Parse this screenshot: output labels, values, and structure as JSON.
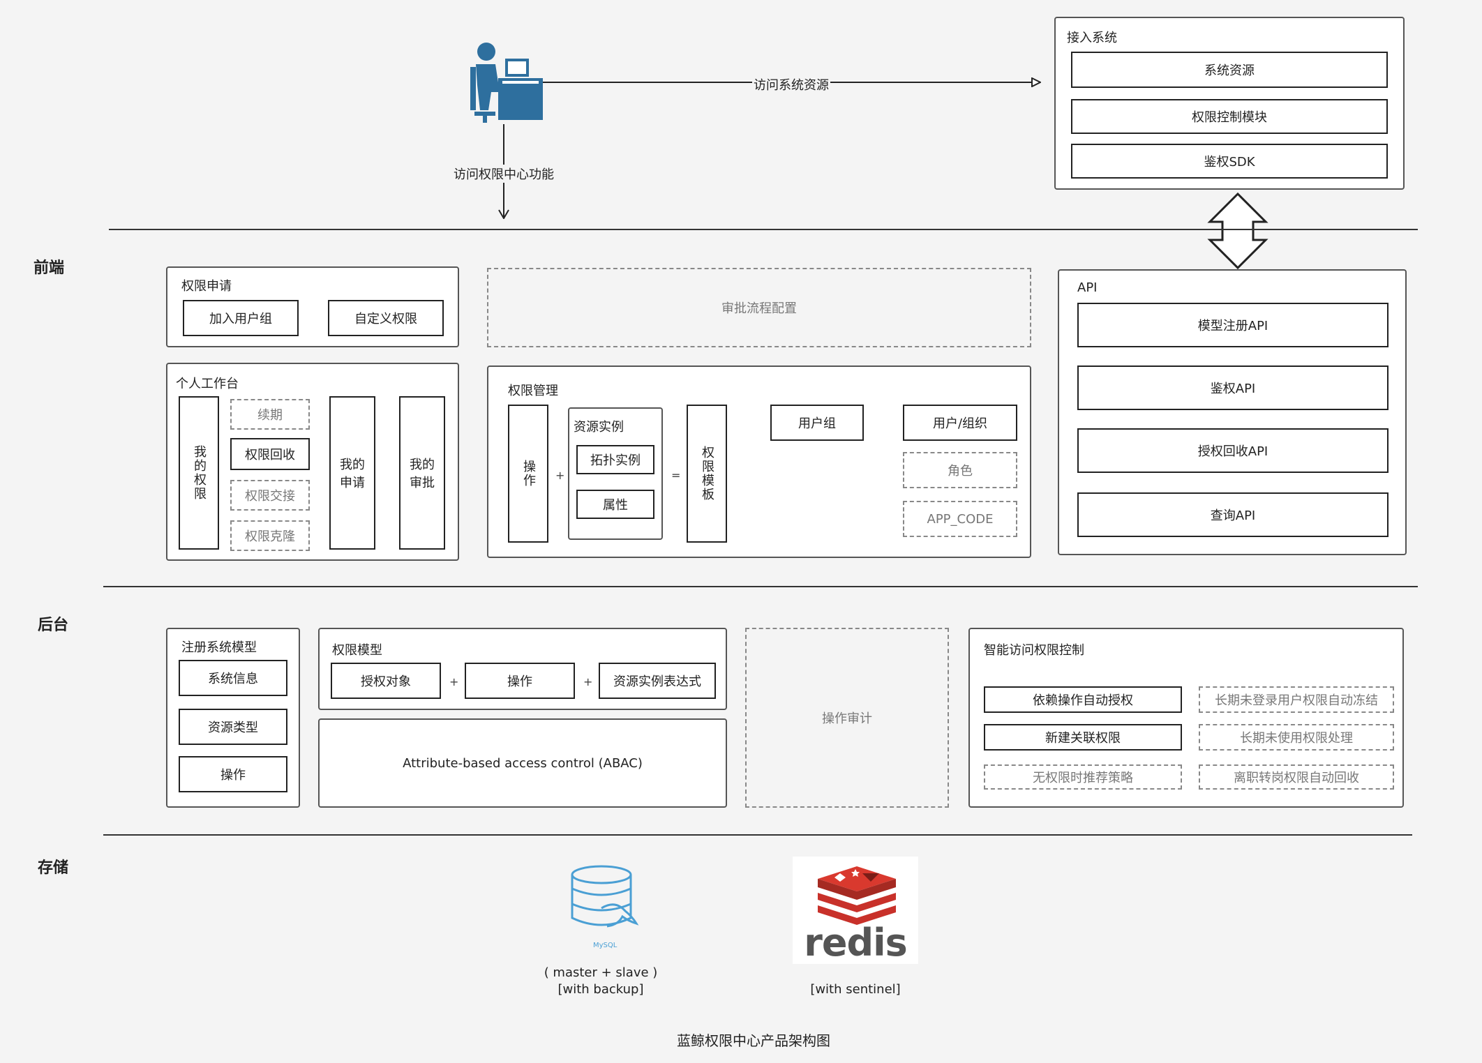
{
  "layers": {
    "frontend": "前端",
    "backend": "后台",
    "storage": "存储"
  },
  "top": {
    "arrow_access_system": "访问系统资源",
    "arrow_access_center": "访问权限中心功能",
    "access_system": {
      "title": "接入系统",
      "items": [
        "系统资源",
        "权限控制模块",
        "鉴权SDK"
      ]
    }
  },
  "frontend": {
    "apply": {
      "title": "权限申请",
      "btn1": "加入用户组",
      "btn2": "自定义权限"
    },
    "approval_config": "审批流程配置",
    "workbench": {
      "title": "个人工作台",
      "my_perms": "我的权限",
      "renew": "续期",
      "revoke": "权限回收",
      "handover": "权限交接",
      "clone": "权限克隆",
      "my_apply": "我的申请",
      "my_approve": "我的审批"
    },
    "perm_mgmt": {
      "title": "权限管理",
      "op": "操作",
      "plus": "+",
      "res_instance": "资源实例",
      "topo_instance": "拓扑实例",
      "attribute": "属性",
      "eq": "=",
      "perm_template": "权限模板",
      "user_group": "用户组",
      "user_org": "用户/组织",
      "role": "角色",
      "app_code": "APP_CODE"
    },
    "api": {
      "title": "API",
      "items": [
        "模型注册API",
        "鉴权API",
        "授权回收API",
        "查询API"
      ]
    }
  },
  "backend": {
    "register_model": {
      "title": "注册系统模型",
      "items": [
        "系统信息",
        "资源类型",
        "操作"
      ]
    },
    "perm_model": {
      "title": "权限模型",
      "subject": "授权对象",
      "op": "操作",
      "expr": "资源实例表达式",
      "plus": "+",
      "abac": "Attribute-based access control (ABAC)"
    },
    "audit": "操作审计",
    "smart": {
      "title": "智能访问权限控制",
      "auto_grant": "依赖操作自动授权",
      "new_related": "新建关联权限",
      "no_perm_recommend": "无权限时推荐策略",
      "freeze": "长期未登录用户权限自动冻结",
      "unused": "长期未使用权限处理",
      "leave_revoke": "离职转岗权限自动回收"
    }
  },
  "storage": {
    "mysql_logo_text": "MySQL",
    "mysql_line1": "( master + slave )",
    "mysql_line2": "[with backup]",
    "redis_logo_text": "redis",
    "redis_line1": "[with sentinel]"
  },
  "caption": "蓝鲸权限中心产品架构图",
  "colors": {
    "user_icon": "#2e6f9e",
    "mysql": "#4a9fd4",
    "redis_red": "#c8312a",
    "redis_text": "#555555"
  }
}
